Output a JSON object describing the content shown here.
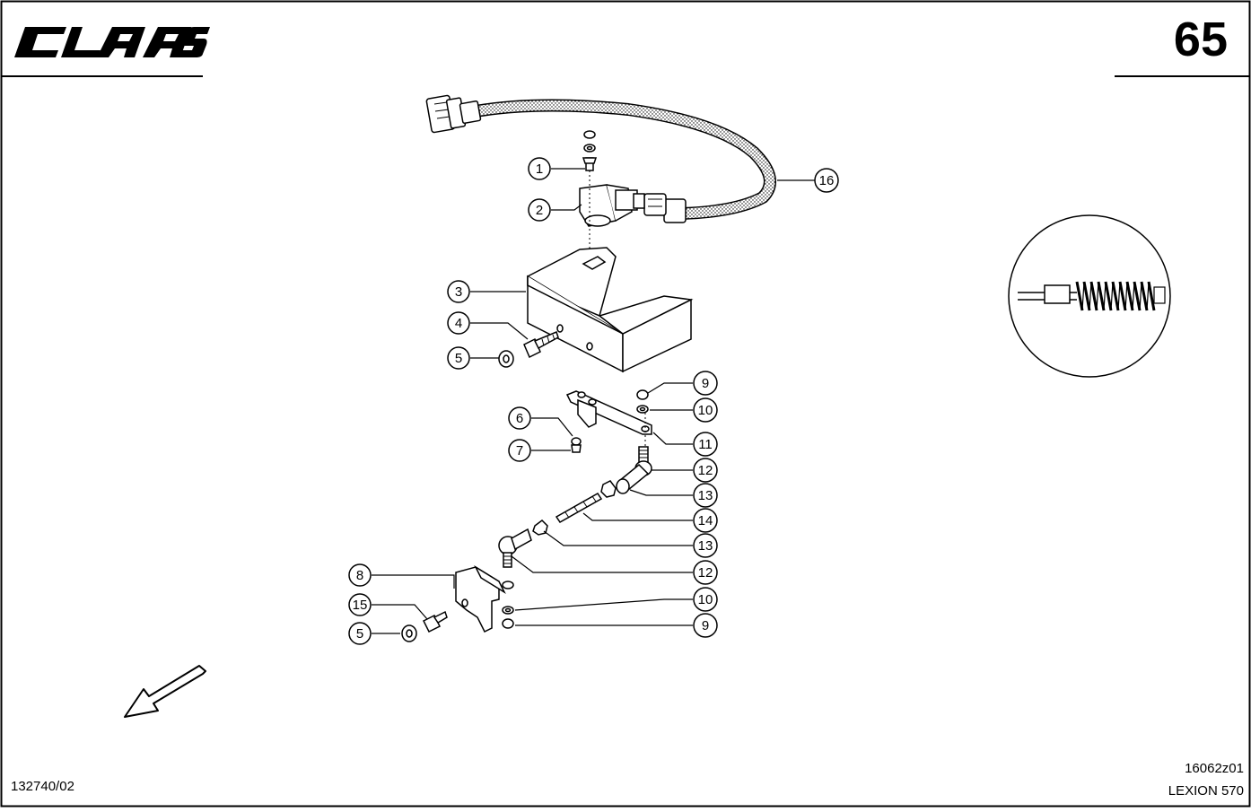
{
  "header": {
    "brand": "CLAAS",
    "page_number": "65"
  },
  "footer": {
    "drawing_number": "132740/02",
    "reference_number": "16062z01",
    "model": "LEXION 570"
  },
  "callouts": [
    {
      "id": "c1",
      "label": "1"
    },
    {
      "id": "c2",
      "label": "2"
    },
    {
      "id": "c3",
      "label": "3"
    },
    {
      "id": "c4",
      "label": "4"
    },
    {
      "id": "c5a",
      "label": "5"
    },
    {
      "id": "c6",
      "label": "6"
    },
    {
      "id": "c7",
      "label": "7"
    },
    {
      "id": "c8",
      "label": "8"
    },
    {
      "id": "c9a",
      "label": "9"
    },
    {
      "id": "c10a",
      "label": "10"
    },
    {
      "id": "c11",
      "label": "11"
    },
    {
      "id": "c12a",
      "label": "12"
    },
    {
      "id": "c13a",
      "label": "13"
    },
    {
      "id": "c14",
      "label": "14"
    },
    {
      "id": "c13b",
      "label": "13"
    },
    {
      "id": "c12b",
      "label": "12"
    },
    {
      "id": "c10b",
      "label": "10"
    },
    {
      "id": "c9b",
      "label": "9"
    },
    {
      "id": "c15",
      "label": "15"
    },
    {
      "id": "c5b",
      "label": "5"
    },
    {
      "id": "c16",
      "label": "16"
    }
  ]
}
